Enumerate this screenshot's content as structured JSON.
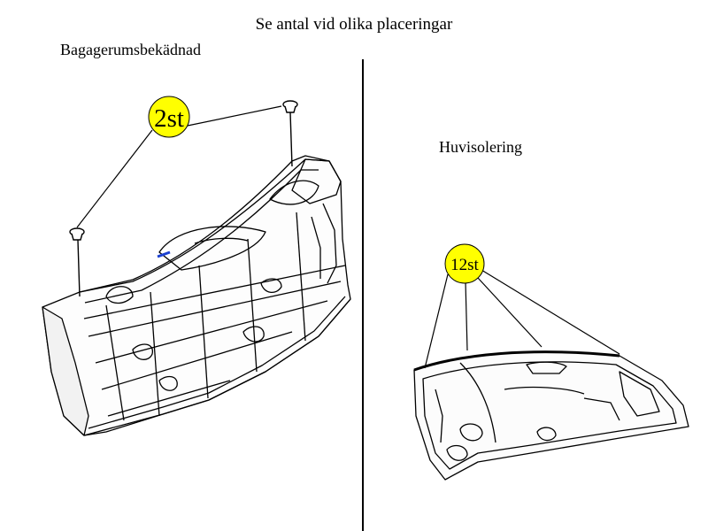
{
  "header": {
    "title": "Se antal vid olika placeringar"
  },
  "left_panel": {
    "title": "Bagagerumsbekädnad",
    "badge": {
      "label": "2st",
      "color": "#ffff00"
    }
  },
  "right_panel": {
    "title": "Huvisolering",
    "badge": {
      "label": "12st",
      "color": "#ffff00"
    }
  }
}
